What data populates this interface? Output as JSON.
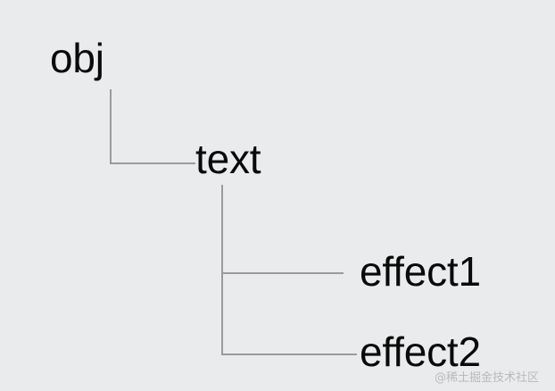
{
  "diagram": {
    "type": "tree",
    "background_color": "#eaebec",
    "line_color": "#9b9b9b",
    "text_color": "#0a0a0a",
    "nodes": [
      {
        "id": "obj",
        "label": "obj",
        "depth": 0,
        "parent": null
      },
      {
        "id": "text",
        "label": "text",
        "depth": 1,
        "parent": "obj"
      },
      {
        "id": "effect1",
        "label": "effect1",
        "depth": 2,
        "parent": "text"
      },
      {
        "id": "effect2",
        "label": "effect2",
        "depth": 2,
        "parent": "text"
      }
    ],
    "edges": [
      {
        "from": "obj",
        "to": "text"
      },
      {
        "from": "text",
        "to": "effect1"
      },
      {
        "from": "text",
        "to": "effect2"
      }
    ]
  },
  "watermark": {
    "text": "@稀土掘金技术社区",
    "color": "#b9babb"
  }
}
